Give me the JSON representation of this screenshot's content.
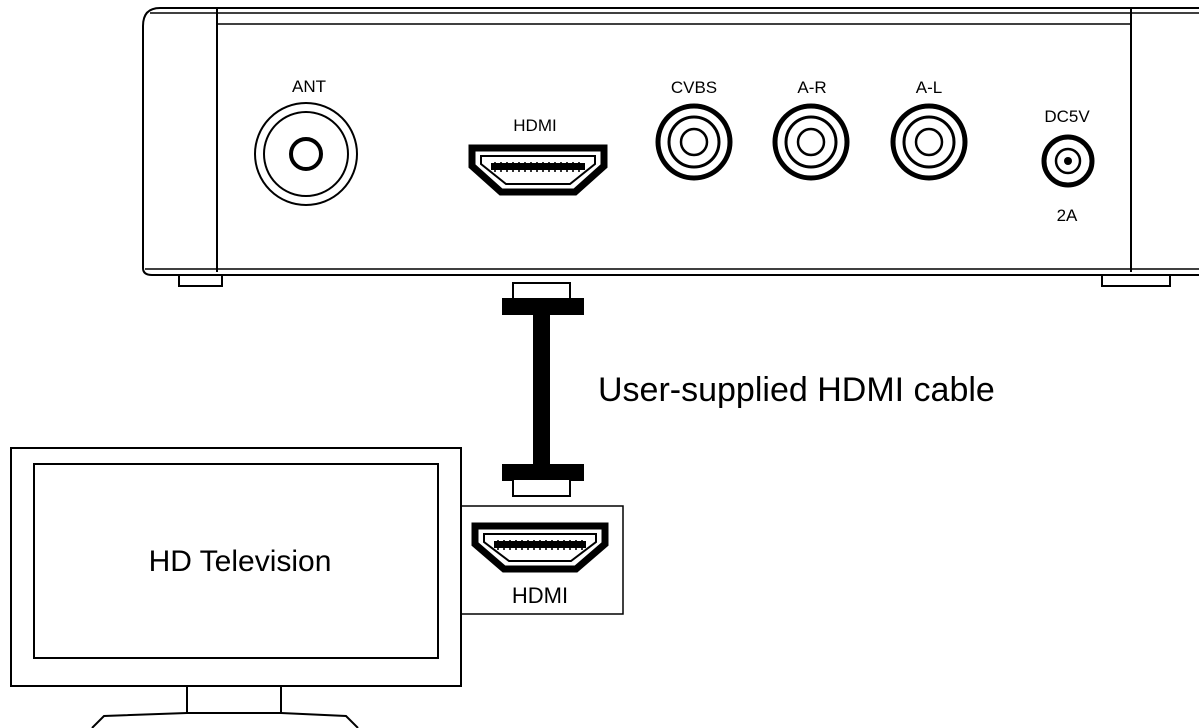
{
  "device": {
    "ports": {
      "ant": "ANT",
      "hdmi": "HDMI",
      "cvbs": "CVBS",
      "ar": "A-R",
      "al": "A-L",
      "dc": "DC5V",
      "dc_rating": "2A"
    }
  },
  "cable": {
    "label": "User-supplied HDMI cable"
  },
  "tv": {
    "label": "HD Television",
    "port_label": "HDMI"
  },
  "colors": {
    "line": "#000000",
    "background": "#ffffff"
  }
}
